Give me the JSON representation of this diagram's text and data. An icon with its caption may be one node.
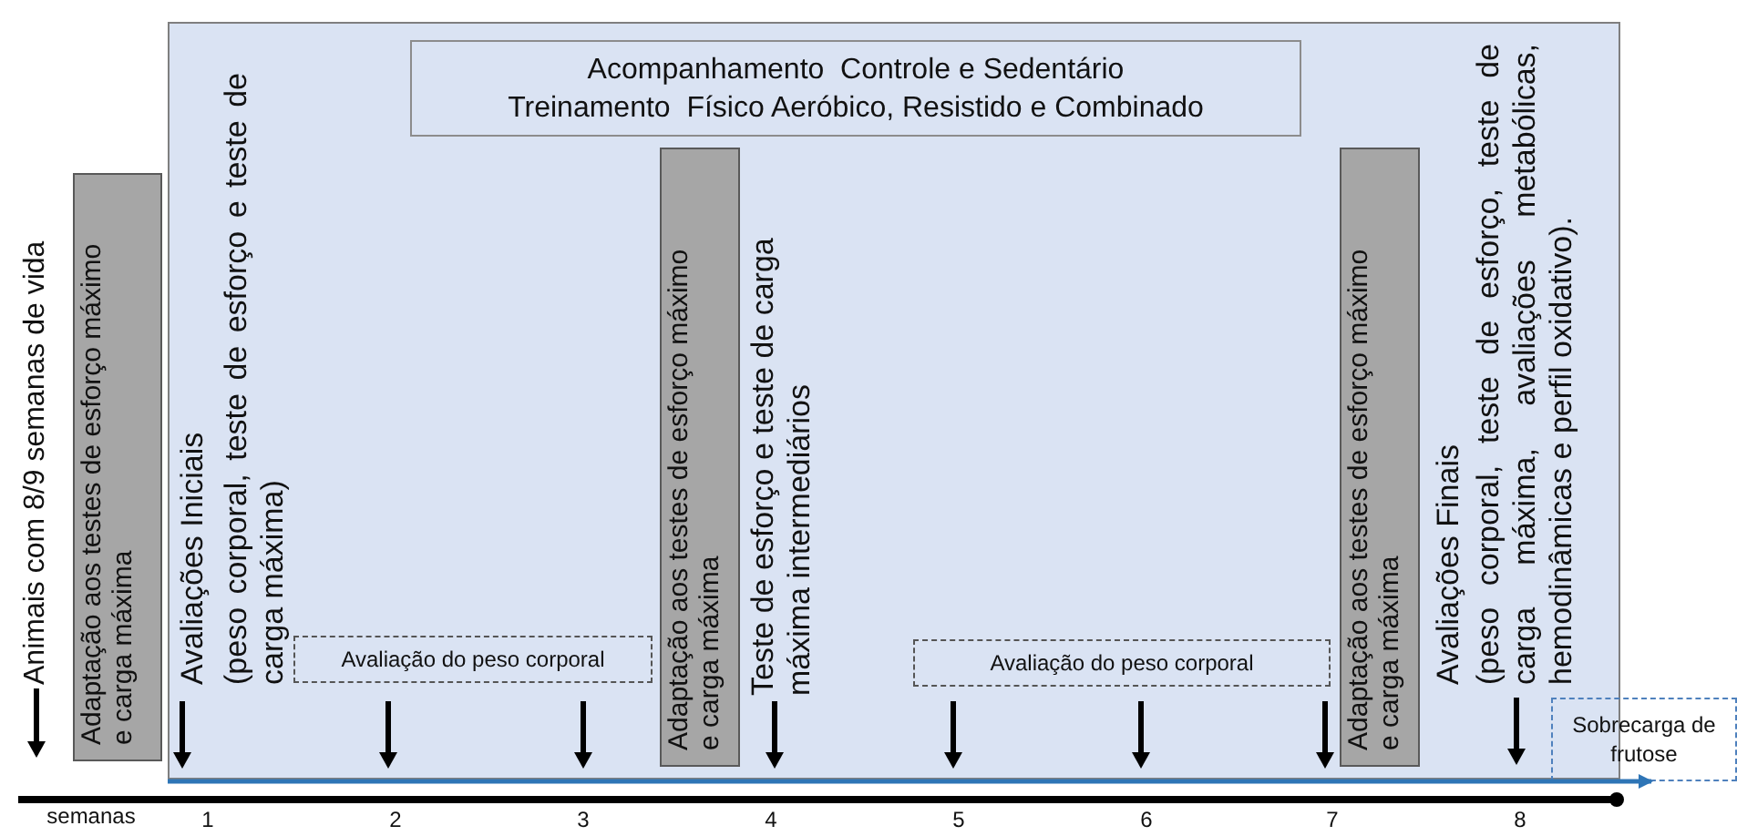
{
  "diagram": {
    "nodes": [
      {
        "text": [],
        "shape": "box"
      },
      {
        "text": [
          "Acompanhamento  Controle e Sedentário",
          "Treinamento  Físico Aeróbico, Resistido e Combinado"
        ],
        "in": 0
      },
      {
        "text": [
          "Adaptação aos testes de esforço máximo e carga máxima"
        ]
      },
      {
        "text": [
          "Adaptação aos testes de esforço máximo e carga máxima"
        ],
        "in": 0
      },
      {
        "text": [
          "Adaptação aos testes de esforço máximo e carga máxima"
        ],
        "in": 0
      },
      {
        "text": [
          "Avaliação do peso corporal"
        ],
        "in": 0
      },
      {
        "text": [
          "Avaliação do peso corporal"
        ],
        "in": 0
      },
      {
        "text": [
          "Sobrecarga de frutose"
        ]
      }
    ],
    "edges": [
      {
        "from": 0,
        "to": 7,
        "arrow": "to",
        "color": "#2e75b6"
      }
    ],
    "labels": [
      "Animais com 8/9 semanas de vida",
      "Avaliações Iniciais",
      "(peso corporal, teste de esforço e teste de carga máxima)",
      "Teste de esforço e teste de carga máxima intermediários",
      "Avaliações Finais",
      "(peso corporal, teste de esforço, teste de carga máxima, avaliações metabólicas, hemodinâmicas e perfil oxidativo).",
      "semanas",
      "1",
      "2",
      "3",
      "4",
      "5",
      "6",
      "7",
      "8"
    ]
  }
}
